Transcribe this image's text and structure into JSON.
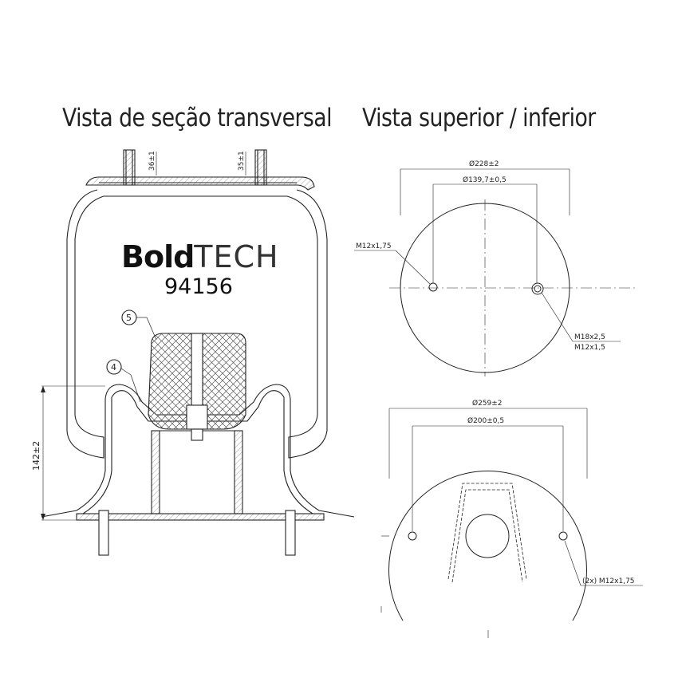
{
  "titles": {
    "cross_section": "Vista de seção transversal",
    "top_bottom": "Vista superior / inferior"
  },
  "brand": {
    "bold": "Bold",
    "light": "TECH"
  },
  "model_number": "94156",
  "callouts": {
    "item5": "5",
    "item4": "4"
  },
  "dimensions": {
    "stud_height_left": "36±1",
    "stud_height_right": "35±1",
    "height": "142±2",
    "top_outer_dia": "Ø228±2",
    "top_bolt_circle": "Ø139,7±0,5",
    "top_thread_left": "M12x1,75",
    "top_thread_right_1": "M18x2,5",
    "top_thread_right_2": "M12x1,5",
    "bottom_outer_dia": "Ø259±2",
    "bottom_bolt_circle": "Ø200±0,5",
    "bottom_thread": "(2x) M12x1,75"
  }
}
